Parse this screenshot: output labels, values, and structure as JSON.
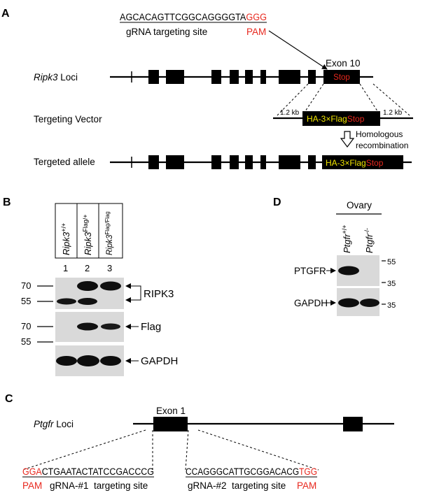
{
  "panel_a": {
    "label": "A",
    "sequence_main": "AGCACAGTTCGGCAGGGGTA",
    "sequence_pam": "GGG",
    "grna_site_label": "gRNA targeting site",
    "pam_label": "PAM",
    "exon_label": "Exon 10",
    "stop_label": "Stop",
    "loci_italic": "Ripk3",
    "loci_suffix": " Loci",
    "vector_label": "Tergeting Vector",
    "homology_left": "1.2 kb",
    "homology_right": "1.2 kb",
    "tag_label": "HA-3×Flag",
    "recombination_line1": "Homologous",
    "recombination_line2": "recombination",
    "allele_label": "Tergeted allele"
  },
  "panel_b": {
    "label": "B",
    "lanes": [
      {
        "number": "1",
        "genotype_base": "Ripk3",
        "genotype_sup": "+/+"
      },
      {
        "number": "2",
        "genotype_base": "Ripk3",
        "genotype_sup": "Flag/+"
      },
      {
        "number": "3",
        "genotype_base": "Ripk3",
        "genotype_sup": "Flag/Flag"
      }
    ],
    "markers_ripk3": [
      "70",
      "55"
    ],
    "markers_flag": [
      "70",
      "55"
    ],
    "band_ripk3": "RIPK3",
    "band_flag": "Flag",
    "band_gapdh": "GAPDH"
  },
  "panel_c": {
    "label": "C",
    "exon_label": "Exon 1",
    "loci_italic": "Ptgfr",
    "loci_suffix": " Loci",
    "grna1_pam": "GGA",
    "grna1_seq": "CTGAATACTATCCGACCCG",
    "grna1_pam_label": "PAM",
    "grna1_label": "gRNA-#1  targeting site",
    "grna2_seq": "CCAGGGCATTGCGGACACG",
    "grna2_pam": "TGG",
    "grna2_label": "gRNA-#2  targeting site",
    "grna2_pam_label": "PAM"
  },
  "panel_d": {
    "label": "D",
    "tissue": "Ovary",
    "lanes": [
      {
        "genotype_base": "Ptgfr",
        "genotype_sup": "+/+"
      },
      {
        "genotype_base": "Ptgfr",
        "genotype_sup": "-/-"
      }
    ],
    "markers_ptgfr": [
      "55",
      "35"
    ],
    "marker_gapdh": "35",
    "band_ptgfr": "PTGFR",
    "band_gapdh": "GAPDH"
  },
  "colors": {
    "pam_red": "#e8281e",
    "flag_yellow": "#f2e600",
    "blot_background": "#d9d9d9",
    "band": "#101010"
  }
}
